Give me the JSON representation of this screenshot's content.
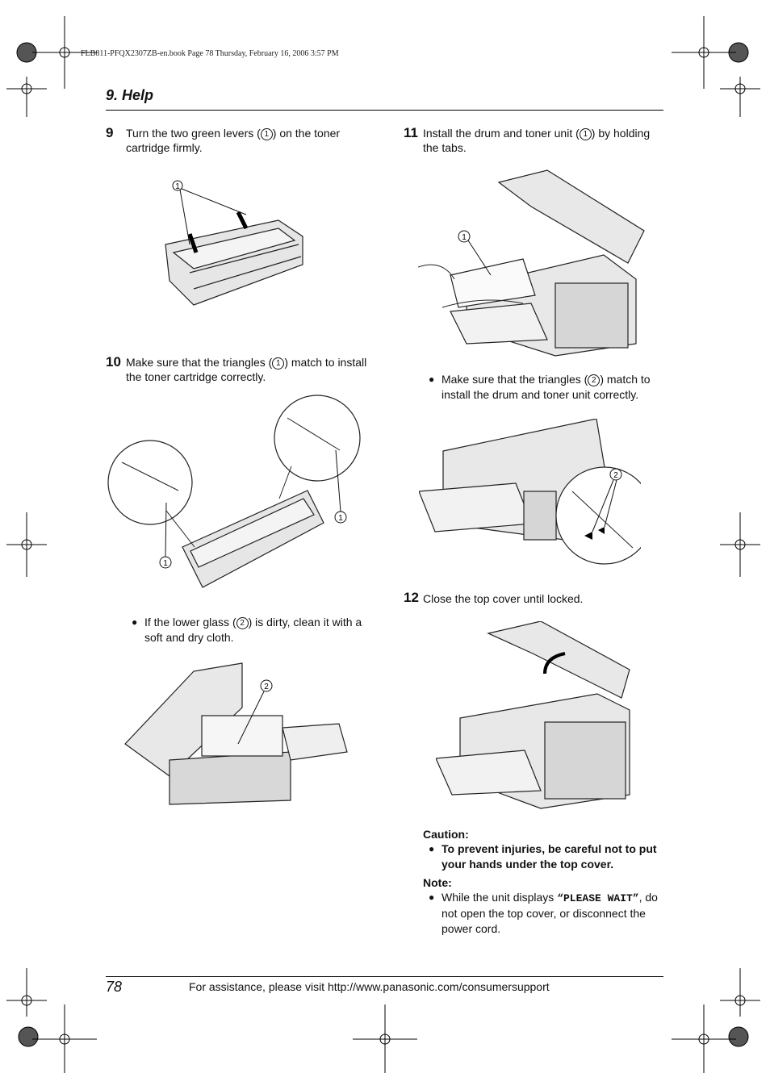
{
  "header": {
    "slug": "FLB811-PFQX2307ZB-en.book  Page 78  Thursday, February 16, 2006  3:57 PM",
    "section": "9. Help"
  },
  "steps": {
    "s9": {
      "num": "9",
      "text_a": "Turn the two green levers (",
      "ref": "1",
      "text_b": ") on the toner cartridge firmly."
    },
    "s10": {
      "num": "10",
      "text_a": "Make sure that the triangles (",
      "ref": "1",
      "text_b": ") match to install the toner cartridge correctly."
    },
    "s10_bullet": {
      "text_a": "If the lower glass (",
      "ref": "2",
      "text_b": ") is dirty, clean it with a soft and dry cloth."
    },
    "s11": {
      "num": "11",
      "text_a": "Install the drum and toner unit (",
      "ref": "1",
      "text_b": ") by holding the tabs."
    },
    "s11_bullet": {
      "text_a": "Make sure that the triangles (",
      "ref": "2",
      "text_b": ") match to install the drum and toner unit correctly."
    },
    "s12": {
      "num": "12",
      "text": "Close the top cover until locked."
    }
  },
  "caution": {
    "title": "Caution:",
    "text": "To prevent injuries, be careful not to put your hands under the top cover."
  },
  "note": {
    "title": "Note:",
    "text_a": "While the unit displays ",
    "display": "“PLEASE WAIT”",
    "text_b": ", do not open the top cover, or disconnect the power cord."
  },
  "callouts": {
    "one": "1",
    "two": "2"
  },
  "footer": {
    "page": "78",
    "text": "For assistance, please visit http://www.panasonic.com/consumersupport"
  },
  "bullet_glyph": "●"
}
